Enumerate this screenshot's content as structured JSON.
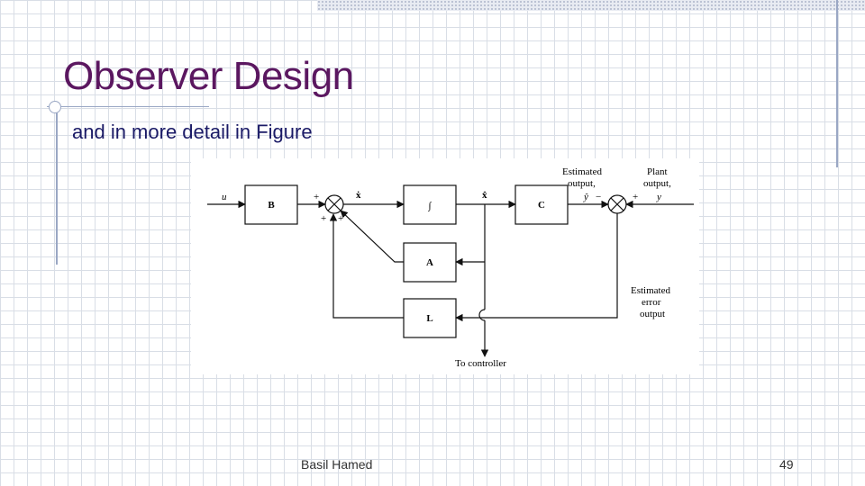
{
  "slide": {
    "title": "Observer Design",
    "subtitle": "and in more detail in Figure",
    "footer_text": "Basil Hamed",
    "page_number": "49"
  },
  "diagram": {
    "blocks": {
      "b": "B",
      "integrator": "∫",
      "a": "A",
      "c": "C",
      "l": "L"
    },
    "signals": {
      "input": "u",
      "xhat_dot": "ẋ",
      "xhat": "x̂",
      "yhat": "ŷ",
      "y": "y",
      "estimated_output_line1": "Estimated",
      "estimated_output_line2": "output,",
      "plant_output_line1": "Plant",
      "plant_output_line2": "output,",
      "estimated_error_line1": "Estimated",
      "estimated_error_line2": "error",
      "estimated_error_line3": "output",
      "to_controller": "To controller"
    },
    "signs": {
      "plus": "+",
      "minus": "−"
    },
    "colors": {
      "line": "#111111"
    }
  }
}
